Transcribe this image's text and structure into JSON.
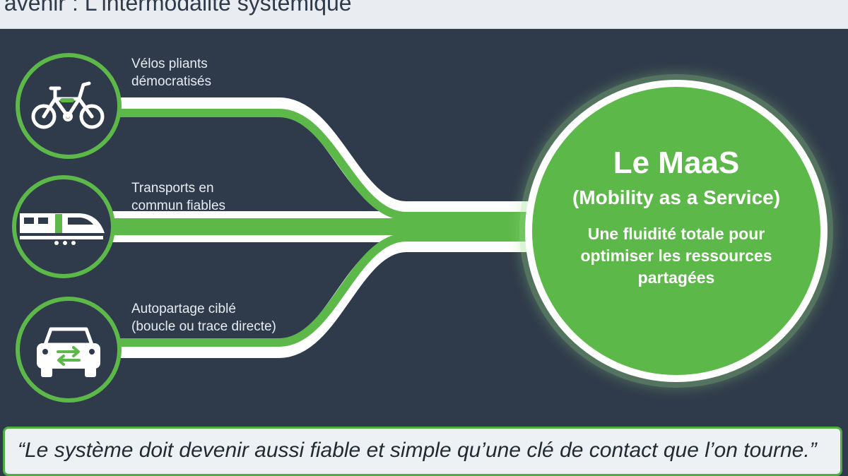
{
  "header": {
    "title": "L'avenir : L'intermodalité systémique"
  },
  "modes": [
    {
      "label_line1": "Vélos pliants",
      "label_line2": "démocratisés",
      "icon": "bicycle-icon"
    },
    {
      "label_line1": "Transports en",
      "label_line2": "commun fiables",
      "icon": "train-icon"
    },
    {
      "label_line1": "Autopartage ciblé",
      "label_line2": "(boucle ou trace directe)",
      "icon": "car-sharing-icon"
    }
  ],
  "hub": {
    "title": "Le MaaS",
    "subtitle": "(Mobility as a Service)",
    "description": "Une fluidité totale pour optimiser les ressources partagées"
  },
  "quote": {
    "text": "“Le système doit devenir aussi fiable et simple qu’une clé de contact que l’on tourne.”"
  },
  "colors": {
    "background": "#2f3a4a",
    "accent": "#5cb848",
    "path_white": "#ffffff"
  }
}
